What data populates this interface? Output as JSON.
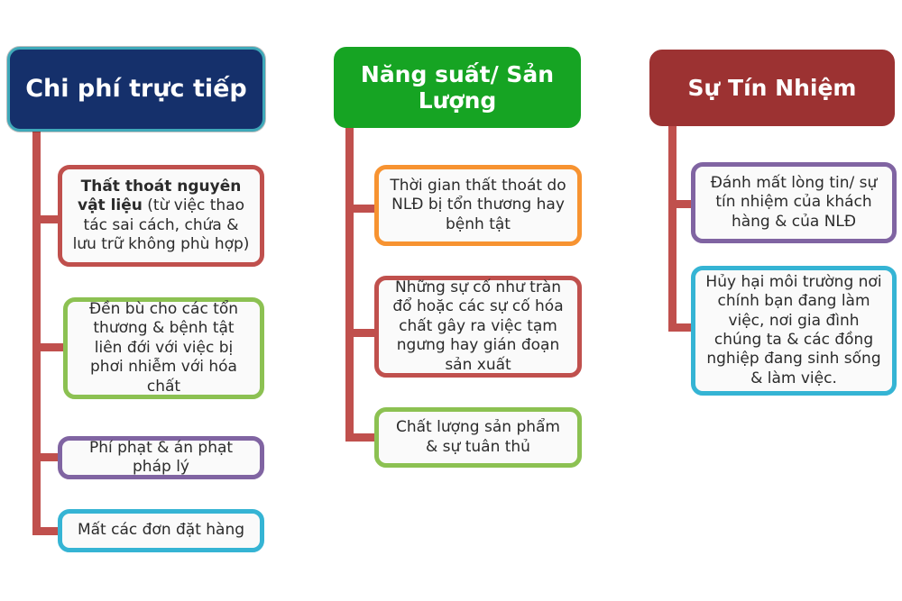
{
  "diagram": {
    "title_columns": [
      {
        "id": "col1",
        "label": "Chi phí trực tiếp",
        "color": "#15306b",
        "border": "#3fa9b9"
      },
      {
        "id": "col2",
        "label": "Năng suất/ Sản Lượng",
        "color": "#16a423",
        "border": "#16a423"
      },
      {
        "id": "col3",
        "label": "Sự Tín Nhiệm",
        "color": "#9c3232",
        "border": "#9c3232"
      }
    ],
    "connector_color": "#c0504d",
    "column1_items": [
      {
        "id": "c1i1",
        "bold_text": "Thất thoát nguyên vật liệu",
        "rest_text": " (từ việc thao tác sai cách, chứa & lưu trữ không phù hợp)",
        "border_color": "#c0504d"
      },
      {
        "id": "c1i2",
        "text": "Đền bù cho các tổn thương & bệnh tật liên đới với việc bị phơi nhiễm với hóa chất",
        "border_color": "#8cc152"
      },
      {
        "id": "c1i3",
        "text": "Phí phạt & án phạt pháp lý",
        "border_color": "#8064a2"
      },
      {
        "id": "c1i4",
        "text": "Mất các đơn đặt hàng",
        "border_color": "#35b4d4"
      }
    ],
    "column2_items": [
      {
        "id": "c2i1",
        "text": "Thời gian thất thoát do NLĐ bị tổn thương hay bệnh tật",
        "border_color": "#f79331"
      },
      {
        "id": "c2i2",
        "text": "Những sự cố như tràn đổ hoặc các sự cố hóa chất gây ra việc tạm ngưng hay gián đoạn sản xuất",
        "border_color": "#c0504d"
      },
      {
        "id": "c2i3",
        "text": "Chất lượng sản phẩm & sự tuân thủ",
        "border_color": "#8cc152"
      }
    ],
    "column3_items": [
      {
        "id": "c3i1",
        "text": "Đánh mất lòng tin/ sự tín nhiệm của khách hàng & của NLĐ",
        "border_color": "#8064a2"
      },
      {
        "id": "c3i2",
        "text": "Hủy hại môi trường nơi chính bạn đang làm việc, nơi gia đình chúng ta & các đồng nghiệp đang sinh sống & làm việc.",
        "border_color": "#35b4d4"
      }
    ]
  }
}
